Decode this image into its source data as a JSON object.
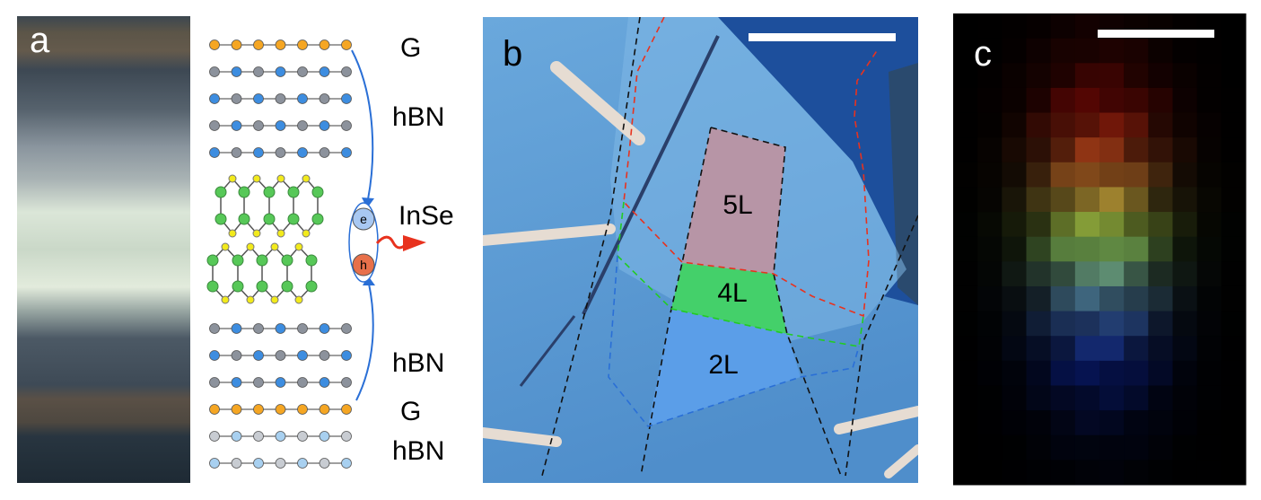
{
  "panels": {
    "a": {
      "letter": "a"
    },
    "b": {
      "letter": "b"
    },
    "c": {
      "letter": "c"
    }
  },
  "stack": {
    "labels": {
      "graphene_top": "G",
      "hbn_top": "hBN",
      "inse": "InSe",
      "hbn_bottom": "hBN",
      "graphene_bottom": "G",
      "hbn_substrate": "hBN"
    },
    "carriers": {
      "electron": "e",
      "hole": "h"
    },
    "layer_order": [
      "graphene",
      "hbn",
      "hbn",
      "hbn",
      "hbn",
      "inse",
      "inse",
      "hbn",
      "hbn",
      "hbn",
      "graphene",
      "hbn-light",
      "hbn-light"
    ]
  },
  "micrograph": {
    "regions": {
      "five_layer": "5L",
      "four_layer": "4L",
      "two_layer": "2L"
    },
    "colors": {
      "five_layer": "#b795a6",
      "four_layer": "#44d06a",
      "two_layer": "#5b9ee8"
    }
  },
  "colors": {
    "graphene_atom": "#f5a623",
    "boron_atom": "#3d8de0",
    "nitrogen_atom": "#8c929c",
    "indium_atom": "#57c858",
    "selenium_atom": "#f2ea1c",
    "arrow_blue": "#2a6fd6",
    "emission_red": "#e8321e",
    "electron": "#a8c8f2",
    "hole": "#e8704a"
  }
}
